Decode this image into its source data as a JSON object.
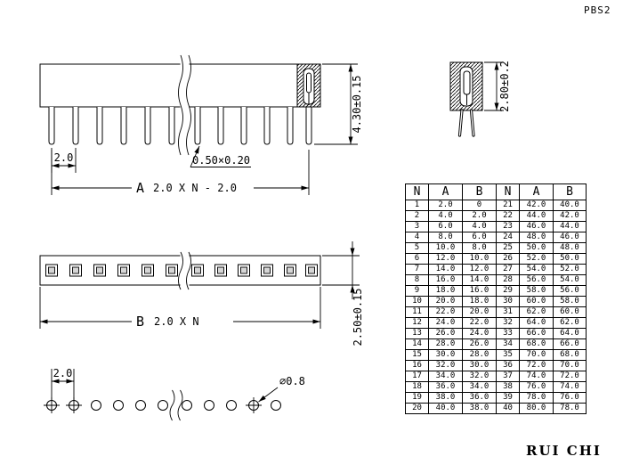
{
  "title": "PBS2",
  "brand": "RUI CHI",
  "drawing": {
    "side_view": {
      "pitch": "2.0",
      "pin_size": "0.50×0.20",
      "length_label": "A",
      "length_formula": "2.0 X N - 2.0",
      "height": "4.30±0.15"
    },
    "section_view": {
      "height": "2.80±0.2"
    },
    "top_view": {
      "length_label": "B",
      "length_formula": "2.0 X N",
      "width": "2.50±0.15"
    },
    "footprint": {
      "pitch": "2.0",
      "hole_diameter": "∅0.8"
    }
  },
  "table": {
    "headers": [
      "N",
      "A",
      "B",
      "N",
      "A",
      "B"
    ],
    "rows": [
      [
        "1",
        "2.0",
        "0",
        "21",
        "42.0",
        "40.0"
      ],
      [
        "2",
        "4.0",
        "2.0",
        "22",
        "44.0",
        "42.0"
      ],
      [
        "3",
        "6.0",
        "4.0",
        "23",
        "46.0",
        "44.0"
      ],
      [
        "4",
        "8.0",
        "6.0",
        "24",
        "48.0",
        "46.0"
      ],
      [
        "5",
        "10.0",
        "8.0",
        "25",
        "50.0",
        "48.0"
      ],
      [
        "6",
        "12.0",
        "10.0",
        "26",
        "52.0",
        "50.0"
      ],
      [
        "7",
        "14.0",
        "12.0",
        "27",
        "54.0",
        "52.0"
      ],
      [
        "8",
        "16.0",
        "14.0",
        "28",
        "56.0",
        "54.0"
      ],
      [
        "9",
        "18.0",
        "16.0",
        "29",
        "58.0",
        "56.0"
      ],
      [
        "10",
        "20.0",
        "18.0",
        "30",
        "60.0",
        "58.0"
      ],
      [
        "11",
        "22.0",
        "20.0",
        "31",
        "62.0",
        "60.0"
      ],
      [
        "12",
        "24.0",
        "22.0",
        "32",
        "64.0",
        "62.0"
      ],
      [
        "13",
        "26.0",
        "24.0",
        "33",
        "66.0",
        "64.0"
      ],
      [
        "14",
        "28.0",
        "26.0",
        "34",
        "68.0",
        "66.0"
      ],
      [
        "15",
        "30.0",
        "28.0",
        "35",
        "70.0",
        "68.0"
      ],
      [
        "16",
        "32.0",
        "30.0",
        "36",
        "72.0",
        "70.0"
      ],
      [
        "17",
        "34.0",
        "32.0",
        "37",
        "74.0",
        "72.0"
      ],
      [
        "18",
        "36.0",
        "34.0",
        "38",
        "76.0",
        "74.0"
      ],
      [
        "19",
        "38.0",
        "36.0",
        "39",
        "78.0",
        "76.0"
      ],
      [
        "20",
        "40.0",
        "38.0",
        "40",
        "80.0",
        "78.0"
      ]
    ]
  }
}
